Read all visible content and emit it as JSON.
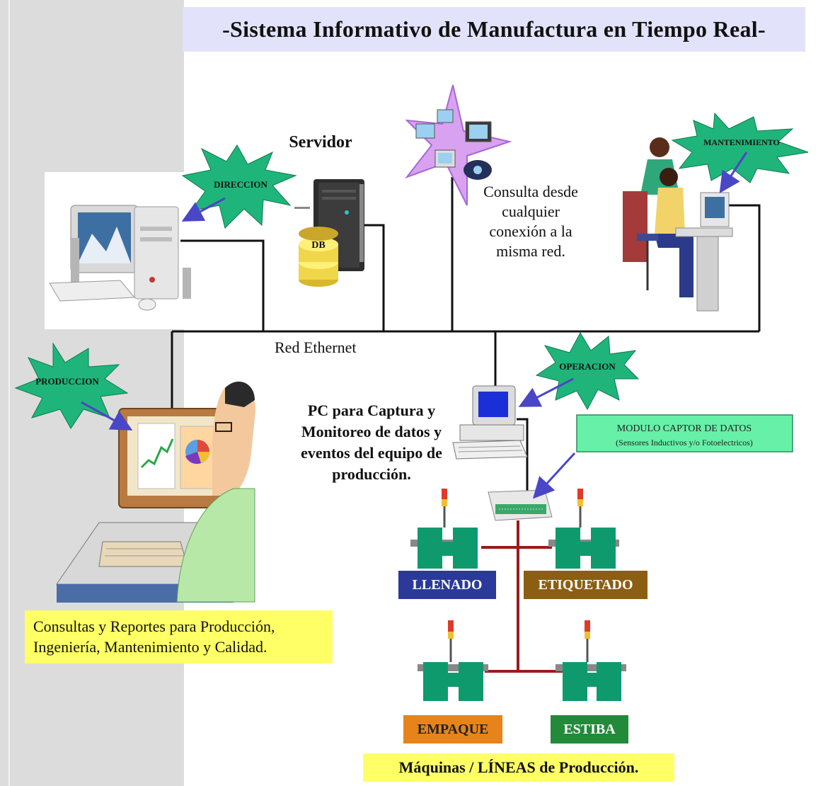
{
  "title": "-Sistema Informativo de Manufactura en Tiempo Real-",
  "server": {
    "label": "Servidor",
    "db_label": "DB"
  },
  "starbursts": {
    "direccion": "DIRECCION",
    "mantenimiento": "MANTENIMIENTO",
    "produccion": "PRODUCCION",
    "operacion": "OPERACION"
  },
  "network": {
    "label": "Red Ethernet",
    "consulta_lines": [
      "Consulta desde",
      "cualquier",
      "conexión a la",
      "misma red."
    ]
  },
  "pc_capture": {
    "lines": [
      "PC para Captura y",
      "Monitoreo de datos y",
      "eventos del equipo de",
      "producción."
    ]
  },
  "module": {
    "line1": "MODULO CAPTOR DE DATOS",
    "line2": "(Sensores Inductivos y/o Fotoelectricos)"
  },
  "machines": [
    {
      "label": "LLENADO",
      "color": "#2b3a9a"
    },
    {
      "label": "ETIQUETADO",
      "color": "#8b5e12"
    },
    {
      "label": "EMPAQUE",
      "color": "#e6841a"
    },
    {
      "label": "ESTIBA",
      "color": "#238a3a"
    }
  ],
  "reports_box": {
    "line1": "Consultas y Reportes para Producción,",
    "line2": "Ingeniería, Mantenimiento  y Calidad."
  },
  "lines_box": "Máquinas / LÍNEAS de Producción.",
  "colors": {
    "title_bg": "#e3e2fb",
    "starburst": "#1fb57a",
    "module_box": "#66f0a8",
    "yellow_box": "#ffff66",
    "arrow": "#4a46c8",
    "machine_teal": "#0f9a6e",
    "red_line": "#9b1b1b"
  }
}
